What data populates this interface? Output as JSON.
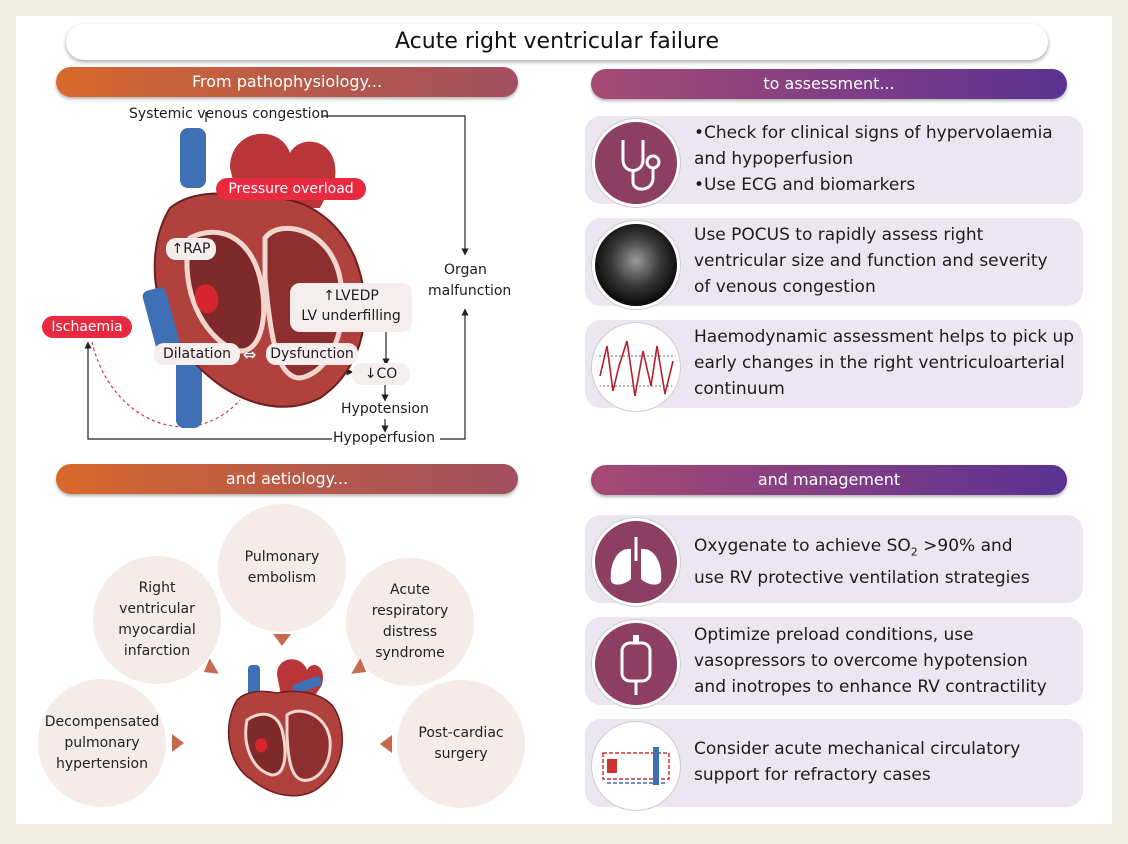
{
  "title": "Acute right ventricular failure",
  "headers": {
    "pathophysiology": "From pathophysiology...",
    "assessment": "to assessment...",
    "aetiology": "and aetiology...",
    "management": "and management"
  },
  "patho": {
    "systemic": "Systemic venous congestion",
    "pressure_overload": "Pressure overload",
    "rap": "RAP",
    "organ1": "Organ",
    "organ2": "malfunction",
    "lvedp": "LVEDP",
    "lv_underfilling": "LV underfilling",
    "ischaemia": "Ischaemia",
    "dilatation": "Dilatation",
    "dysfunction": "Dysfunction",
    "co": "CO",
    "hypotension": "Hypotension",
    "hypoperfusion": "Hypoperfusion",
    "up_arrow": "↑",
    "down_arrow": "↓"
  },
  "assessment": {
    "b1_l1": "Check for clinical signs of hypervolaemia",
    "b1_l2": "and hypoperfusion",
    "b2": "Use ECG and biomarkers",
    "pocus_l1": "Use POCUS to rapidly assess right",
    "pocus_l2": "ventricular  size and function and severity",
    "pocus_l3": "of venous congestion",
    "haemo_l1": "Haemodynamic assessment helps to pick up",
    "haemo_l2": "early changes in the right ventriculoarterial",
    "haemo_l3": "continuum"
  },
  "aetiology": {
    "pe_l1": "Pulmonary",
    "pe_l2": "embolism",
    "rvmi_l1": "Right",
    "rvmi_l2": "ventricular",
    "rvmi_l3": "myocardial",
    "rvmi_l4": "infarction",
    "ards_l1": "Acute",
    "ards_l2": "respiratory",
    "ards_l3": "distress",
    "ards_l4": "syndrome",
    "dph_l1": "Decompensated",
    "dph_l2": "pulmonary",
    "dph_l3": "hypertension",
    "pcs_l1": "Post-cardiac",
    "pcs_l2": "surgery"
  },
  "management": {
    "oxy_l1_pre": "Oxygenate to achieve SO",
    "oxy_sub": "2",
    "oxy_l1_post": " >90% and",
    "oxy_l2": "use RV protective ventilation strategies",
    "pre_l1": "Optimize preload conditions, use",
    "pre_l2": "vasopressors to overcome hypotension",
    "pre_l3": "and inotropes to enhance RV contractility",
    "mcs_l1": "Consider acute mechanical circulatory",
    "mcs_l2": "support for refractory cases"
  },
  "colors": {
    "accent_red": "#e8293f",
    "icon_purple": "#8c3e63",
    "card_bg": "#ebe6f1",
    "circle_bg": "#f5ebe8",
    "arrow_brown": "#c56a4e"
  },
  "icons": {
    "assessment": [
      "stethoscope-icon",
      "echocardiogram-image",
      "ecg-waveform-image"
    ],
    "management": [
      "lungs-icon",
      "iv-bag-icon",
      "circulatory-support-device-image"
    ]
  }
}
